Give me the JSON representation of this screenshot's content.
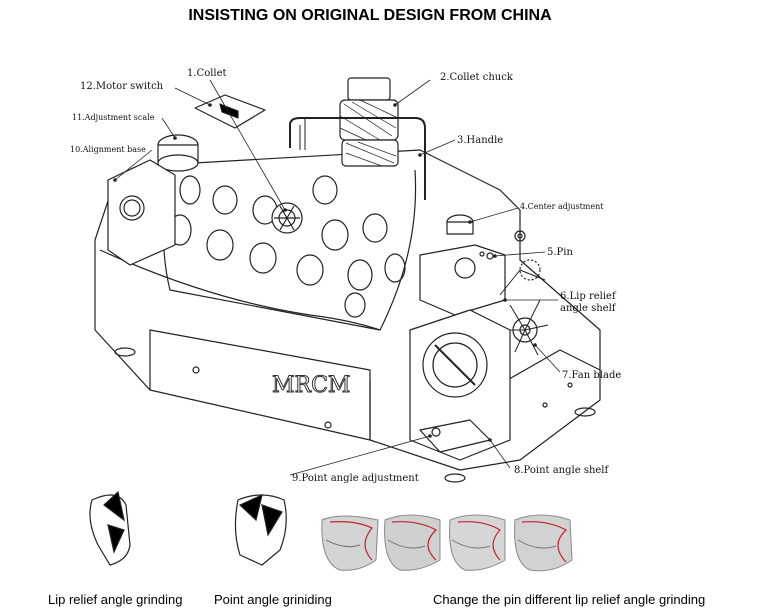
{
  "header": {
    "title": "INSISTING ON ORIGINAL DESIGN FROM CHINA"
  },
  "machine": {
    "brand": "MRCM"
  },
  "callouts": [
    {
      "id": "collet",
      "text": "1.Collet"
    },
    {
      "id": "collet-chuck",
      "text": "2.Collet chuck"
    },
    {
      "id": "handle",
      "text": "3.Handle"
    },
    {
      "id": "center-adjustment",
      "text": "4.Center adjustment"
    },
    {
      "id": "pin",
      "text": "5.Pin"
    },
    {
      "id": "lip-relief-1",
      "text": "6.Lip relief"
    },
    {
      "id": "lip-relief-2",
      "text": "angle shelf"
    },
    {
      "id": "fan-blade",
      "text": "7.Fan blade"
    },
    {
      "id": "point-angle-shelf",
      "text": "8.Point angle shelf"
    },
    {
      "id": "point-angle-adjustment",
      "text": "9.Point angle adjustment"
    },
    {
      "id": "alignment-base",
      "text": "10.Alignment base"
    },
    {
      "id": "adjustment-scale",
      "text": "11.Adjustment scale"
    },
    {
      "id": "motor-switch",
      "text": "12.Motor switch"
    }
  ],
  "captions": [
    {
      "id": "lip",
      "text": "Lip relief angle grinding"
    },
    {
      "id": "point",
      "text": "Point angle griniding"
    },
    {
      "id": "pin",
      "text": "Change the pin different lip relief angle grinding"
    }
  ]
}
